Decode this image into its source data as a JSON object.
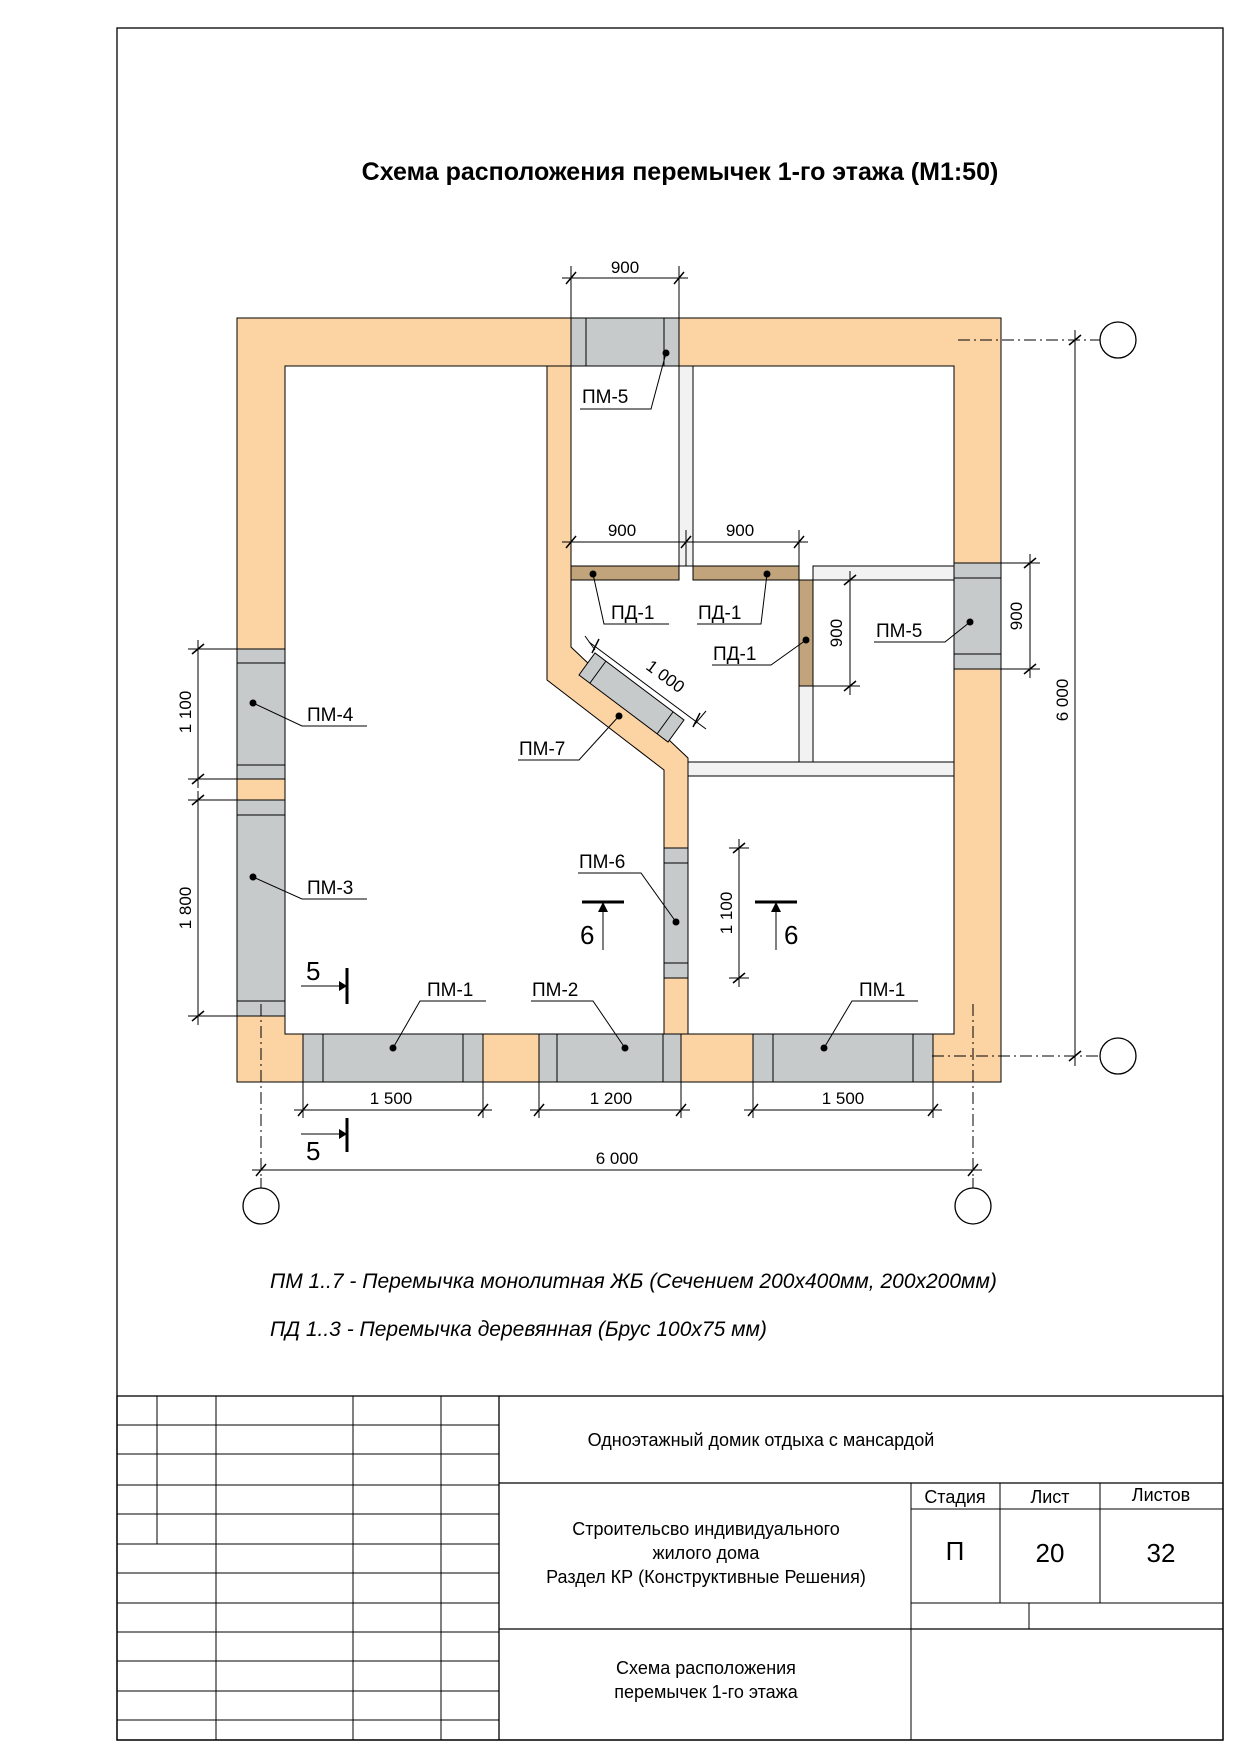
{
  "title": "Схема расположения перемычек 1-го этажа (М1:50)",
  "dimensions": {
    "top_opening": "900",
    "inner_left": "900",
    "inner_right": "900",
    "inner_vertical": "900",
    "right_opening": "900",
    "right_total": "6 000",
    "left_upper": "1 100",
    "left_lower": "1 800",
    "diagonal": "1 000",
    "inner_pm6": "1 100",
    "bottom_1": "1 500",
    "bottom_2": "1 200",
    "bottom_3": "1 500",
    "bottom_total": "6 000"
  },
  "labels": {
    "pm5_top": "ПМ-5",
    "pd1_a": "ПД-1",
    "pd1_b": "ПД-1",
    "pd1_c": "ПД-1",
    "pm5_right": "ПМ-5",
    "pm4": "ПМ-4",
    "pm7": "ПМ-7",
    "pm3": "ПМ-3",
    "pm6": "ПМ-6",
    "pm1_left": "ПМ-1",
    "pm2": "ПМ-2",
    "pm1_right": "ПМ-1"
  },
  "sections": {
    "s5_top": "5",
    "s5_bottom": "5",
    "s6_left": "6",
    "s6_right": "6"
  },
  "notes": {
    "pm": "ПМ 1..7 - Перемычка монолитная ЖБ (Сечением 200х400мм, 200х200мм)",
    "pd": "ПД 1..3 - Перемычка деревянная (Брус 100х75 мм)"
  },
  "title_block": {
    "project": "Одноэтажный домик отдыха с мансардой",
    "section_line1": "Строительсво индивидуального",
    "section_line2": "жилого дома",
    "section_line3": "Раздел КР (Конструктивные Решения)",
    "sheet_line1": "Схема расположения",
    "sheet_line2": "перемычек 1-го этажа",
    "stage_header": "Стадия",
    "sheet_header": "Лист",
    "sheets_header": "Листов",
    "stage": "П",
    "sheet": "20",
    "sheets": "32"
  },
  "colors": {
    "wall": "#fcd3a3",
    "concrete_lintel": "#c6cacb",
    "wood_lintel": "#c2a47c"
  }
}
